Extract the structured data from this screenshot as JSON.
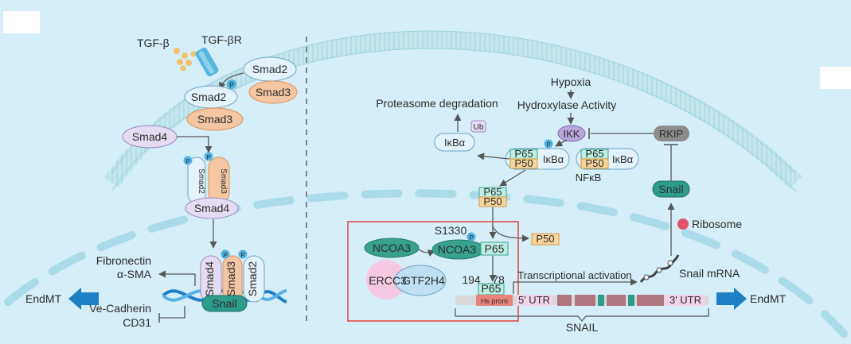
{
  "labels": {
    "tgfb": "TGF-β",
    "tgfbr": "TGF-βR",
    "smad2": "Smad2",
    "smad3": "Smad3",
    "smad4": "Smad4",
    "p": "P",
    "fibronectin": "Fibronectin",
    "asma": "α-SMA",
    "vecadherin": "Ve-Cadherin",
    "cd31": "CD31",
    "endmt": "EndMT",
    "snail": "Snail",
    "hypoxia": "Hypoxia",
    "hydroxylase": "Hydroxylase Activity",
    "proteasome": "Proteasome degradation",
    "ub": "Ub",
    "ikba": "IκBα",
    "ikk": "IKK",
    "rkip": "RKIP",
    "p65": "P65",
    "p50": "P50",
    "nfkb": "NFκB",
    "ribosome": "Ribosome",
    "snail_mrna": "Snail mRNA",
    "ncoa3": "NCOA3",
    "s1330": "S1330",
    "ercc3": "ERCC3",
    "gtf2h4": "GTF2H4",
    "n194": "194",
    "n78": "78",
    "trans_act": "Transcriptional activation",
    "hs_prom": "Hs prom",
    "utr5": "5' UTR",
    "utr3": "3' UTR",
    "snail_gene": "SNAIL"
  },
  "colors": {
    "background": "#d6eef7",
    "membrane": "#bfe4ec",
    "smad2_fill": "#e4f2fb",
    "smad3_fill": "#f4c6a2",
    "smad4_fill": "#e6dcf2",
    "phospho": "#4fb3e3",
    "snail_fill": "#2e9c8c",
    "ncoa3_fill": "#3aa18f",
    "p65_fill": "#bdeee2",
    "p50_fill": "#f7d59d",
    "ikk_fill": "#b7a6d9",
    "rkip_fill": "#8c8c8c",
    "ribosome": "#e2536b",
    "endmt_arrow": "#1d7fc4",
    "highlight_box": "#e0443a"
  }
}
